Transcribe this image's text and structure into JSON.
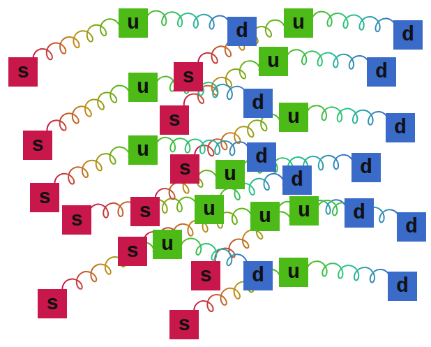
{
  "diagram": {
    "nodes": [
      {
        "text": [
          "s"
        ]
      },
      {
        "text": [
          "u"
        ]
      },
      {
        "text": [
          "d"
        ]
      },
      {
        "text": [
          "s"
        ]
      },
      {
        "text": [
          "u"
        ]
      },
      {
        "text": [
          "d"
        ]
      },
      {
        "text": [
          "s"
        ]
      },
      {
        "text": [
          "u"
        ]
      },
      {
        "text": [
          "d"
        ]
      },
      {
        "text": [
          "s"
        ]
      },
      {
        "text": [
          "u"
        ]
      },
      {
        "text": [
          "d"
        ]
      },
      {
        "text": [
          "s"
        ]
      },
      {
        "text": [
          "u"
        ]
      },
      {
        "text": [
          "d"
        ]
      },
      {
        "text": [
          "s"
        ]
      },
      {
        "text": [
          "u"
        ]
      },
      {
        "text": [
          "d"
        ]
      },
      {
        "text": [
          "s"
        ]
      },
      {
        "text": [
          "u"
        ]
      },
      {
        "text": [
          "d"
        ]
      },
      {
        "text": [
          "s"
        ]
      },
      {
        "text": [
          "u"
        ]
      },
      {
        "text": [
          "d"
        ]
      },
      {
        "text": [
          "s"
        ]
      },
      {
        "text": [
          "u"
        ]
      },
      {
        "text": [
          "d"
        ]
      },
      {
        "text": [
          "s"
        ]
      },
      {
        "text": [
          "u"
        ]
      },
      {
        "text": [
          "d"
        ]
      },
      {
        "text": [
          "s"
        ]
      },
      {
        "text": [
          "u"
        ]
      },
      {
        "text": [
          "d"
        ]
      },
      {
        "text": [
          "s"
        ]
      },
      {
        "text": [
          "u"
        ]
      },
      {
        "text": [
          "d"
        ]
      }
    ],
    "edges": [
      {
        "from": 0,
        "to": 1,
        "arrow": "none"
      },
      {
        "from": 1,
        "to": 2,
        "arrow": "none"
      },
      {
        "from": 3,
        "to": 4,
        "arrow": "none"
      },
      {
        "from": 4,
        "to": 5,
        "arrow": "none"
      },
      {
        "from": 6,
        "to": 7,
        "arrow": "none"
      },
      {
        "from": 7,
        "to": 8,
        "arrow": "none"
      },
      {
        "from": 9,
        "to": 10,
        "arrow": "none"
      },
      {
        "from": 10,
        "to": 11,
        "arrow": "none"
      },
      {
        "from": 12,
        "to": 13,
        "arrow": "none"
      },
      {
        "from": 13,
        "to": 14,
        "arrow": "none"
      },
      {
        "from": 15,
        "to": 16,
        "arrow": "none"
      },
      {
        "from": 16,
        "to": 17,
        "arrow": "none"
      },
      {
        "from": 18,
        "to": 19,
        "arrow": "none"
      },
      {
        "from": 19,
        "to": 20,
        "arrow": "none"
      },
      {
        "from": 21,
        "to": 22,
        "arrow": "none"
      },
      {
        "from": 22,
        "to": 23,
        "arrow": "none"
      },
      {
        "from": 24,
        "to": 25,
        "arrow": "none"
      },
      {
        "from": 25,
        "to": 26,
        "arrow": "none"
      },
      {
        "from": 27,
        "to": 28,
        "arrow": "none"
      },
      {
        "from": 28,
        "to": 29,
        "arrow": "none"
      },
      {
        "from": 30,
        "to": 31,
        "arrow": "none"
      },
      {
        "from": 31,
        "to": 32,
        "arrow": "none"
      },
      {
        "from": 33,
        "to": 34,
        "arrow": "none"
      },
      {
        "from": 34,
        "to": 35,
        "arrow": "none"
      }
    ]
  }
}
